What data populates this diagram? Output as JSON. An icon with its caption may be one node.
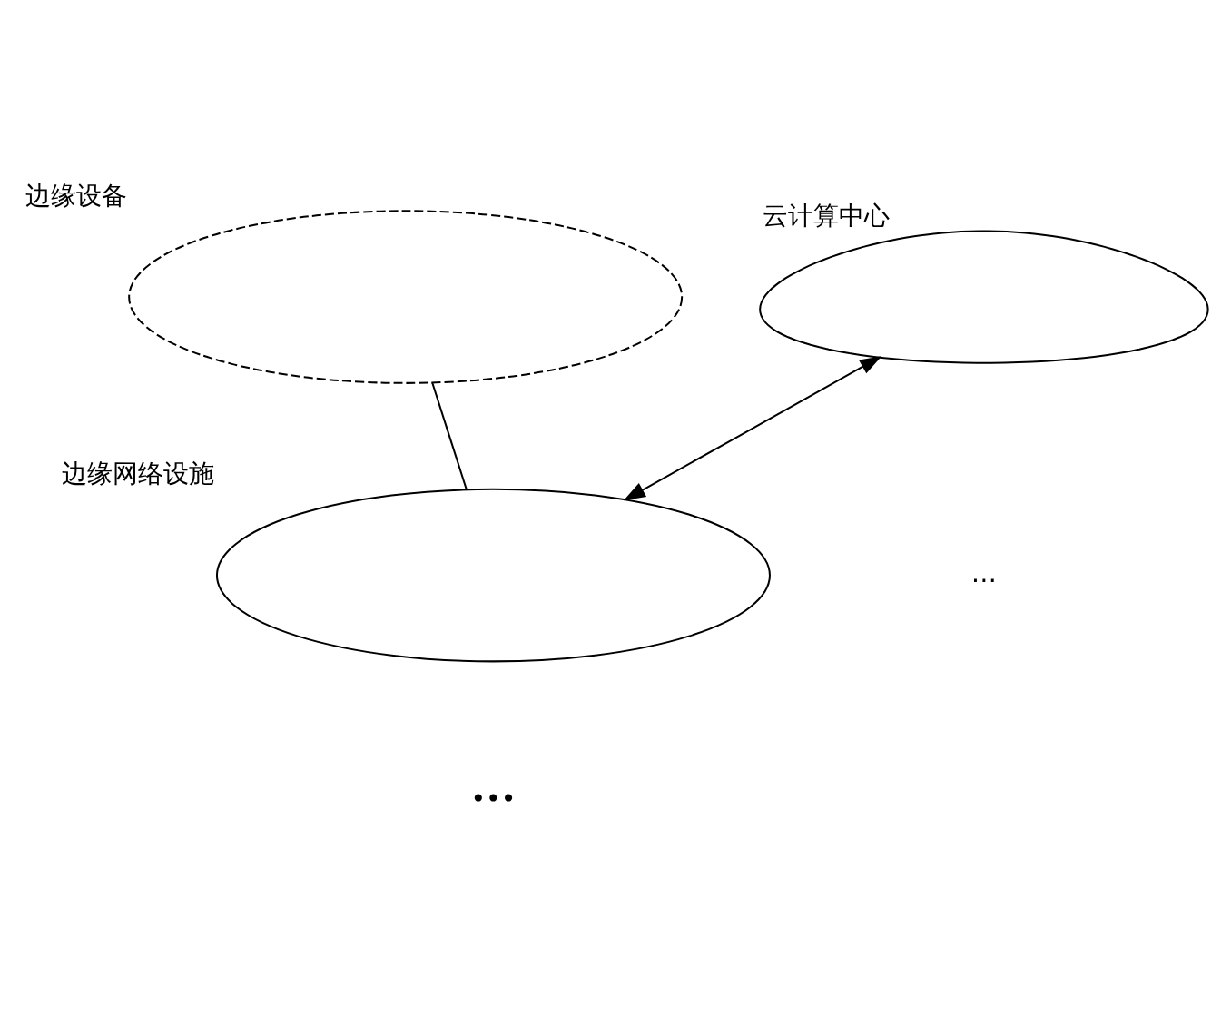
{
  "diagram": {
    "nodes": [
      {
        "text": [],
        "shape": "cloud",
        "beside": [
          "云计算中心"
        ]
      },
      {
        "text": [],
        "shape": "ellipse",
        "beside": [
          "边缘网络设施"
        ]
      },
      {
        "text": [],
        "shape": "ellipse",
        "beside": [
          "边缘设备"
        ]
      }
    ],
    "edges": [
      {
        "from": 0,
        "to": 1,
        "arrow": "both"
      },
      {
        "from": 2,
        "to": 1,
        "arrow": "none"
      }
    ],
    "labels": [
      "…",
      "•••"
    ]
  }
}
